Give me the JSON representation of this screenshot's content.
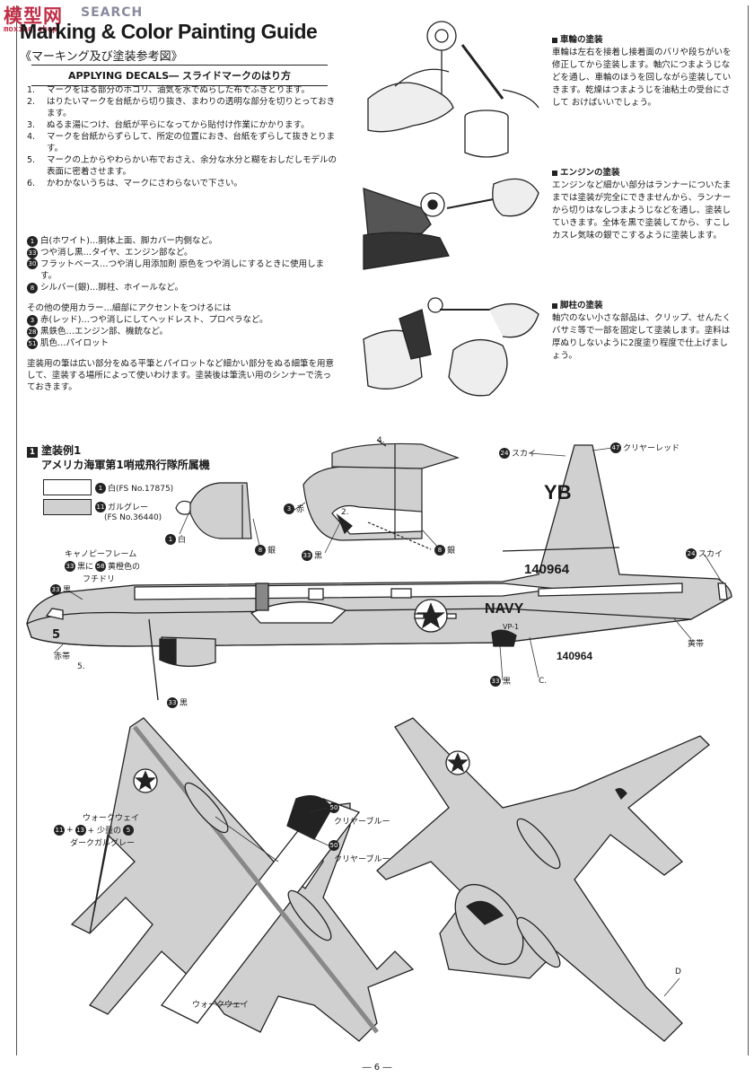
{
  "watermark": {
    "logo": "模型网",
    "search": "SEARCH",
    "url": "moxing.shop"
  },
  "header": {
    "title": "Marking & Color Painting Guide",
    "subtitle": "《マーキング及び塗装参考図》"
  },
  "decals": {
    "heading": "APPLYING DECALS― スライドマークのはり方",
    "steps": [
      {
        "n": "1.",
        "text": "マークをはる部分のホコリ、油気を水でぬらした布でふきとります。"
      },
      {
        "n": "2.",
        "text": "はりたいマークを台紙から切り抜き、まわりの透明な部分を切りとっておきます。"
      },
      {
        "n": "3.",
        "text": "ぬるま湯につけ、台紙が平らになってから貼付け作業にかかります。"
      },
      {
        "n": "4.",
        "text": "マークを台紙からずらして、所定の位置におき、台紙をずらして抜きとります。"
      },
      {
        "n": "5.",
        "text": "マークの上からやわらかい布でおさえ、余分な水分と糊をおしだしモデルの表面に密着させます。"
      },
      {
        "n": "6.",
        "text": "かわかないうちは、マークにさわらないで下さい。"
      }
    ]
  },
  "paints": {
    "main": [
      {
        "num": "1",
        "text": "白(ホワイト)…胴体上面、脚カバー内側など。"
      },
      {
        "num": "33",
        "text": "つや消し黒…タイヤ、エンジン部など。"
      },
      {
        "num": "30",
        "text": "フラットベース…つや消し用添加剤 原色をつや消しにするときに使用します。"
      },
      {
        "num": "8",
        "text": "シルバー(銀)…脚柱、ホイールなど。"
      }
    ],
    "accent_intro": "その他の使用カラー…細部にアクセントをつけるには",
    "accent": [
      {
        "num": "3",
        "text": "赤(レッド)…つや消しにしてヘッドレスト、プロペラなど。"
      },
      {
        "num": "28",
        "text": "黒鉄色…エンジン部、機銃など。"
      },
      {
        "num": "51",
        "text": "肌色…パイロット"
      }
    ],
    "brush_note": "塗装用の筆は広い部分をぬる平筆とパイロットなど細かい部分をぬる細筆を用意して、塗装する場所によって使いわけます。塗装後は筆洗い用のシンナーで洗っておきます。"
  },
  "tips": [
    {
      "heading": "車輪の塗装",
      "body": "車輪は左右を接着し接着面のバリや段ちがいを修正してから塗装します。軸穴につまようじなどを通し、車輪のほうを回しながら塗装していきます。乾燥はつまようじを油粘土の受台にさして おけばいいでしょう。"
    },
    {
      "heading": "エンジンの塗装",
      "body": "エンジンなど細かい部分はランナーについたままでは塗装が完全にできませんから、ランナーから切りはなしつまようじなどを通し、塗装していきます。全体を黒で塗装してから、すこしカスレ気味の銀でこするように塗装します。"
    },
    {
      "heading": "脚柱の塗装",
      "body": "軸穴のない小さな部品は、クリップ、せんたくバサミ等で一部を固定して塗装します。塗料は厚ぬりしないように2度塗り程度で仕上げましょう。"
    }
  ],
  "scheme": {
    "number": "1",
    "title": "塗装例1",
    "unit": "アメリカ海軍第1哨戒飛行隊所属機",
    "legend": [
      {
        "num": "1",
        "label": "白(FS No.17875)",
        "color": "#ffffff"
      },
      {
        "num": "11",
        "label": "ガルグレー",
        "fs": "(FS No.36440)",
        "color": "#d0d0d0"
      }
    ]
  },
  "labels": {
    "silver": "銀",
    "white": "白",
    "red": "赤",
    "black": "黒",
    "sky": "スカイ",
    "clear_red": "クリヤーレッド",
    "yellow_band": "黄帯",
    "red_band": "赤帯",
    "canopy_frame": "キャノピーフレーム",
    "canopy_frame_detail": "黒に",
    "canopy_frame_detail2": "黄橙色の",
    "canopy_frame_detail3": "フチドリ",
    "walkway": "ウォークウェイ",
    "walkway_mix": "+ 少量の",
    "dark_gull_gray": "ダークガルグレー",
    "clear_blue": "クリヤーブルー",
    "mark_2": "2.",
    "mark_4": "4.",
    "mark_5": "5.",
    "mark_c": "C.",
    "mark_d": "D"
  },
  "aircraft": {
    "tail_code": "YB",
    "serial": "140964",
    "navy": "NAVY",
    "squadron": "VP-1",
    "nose_number": "5"
  },
  "footer": {
    "page": "― 6 ―"
  }
}
